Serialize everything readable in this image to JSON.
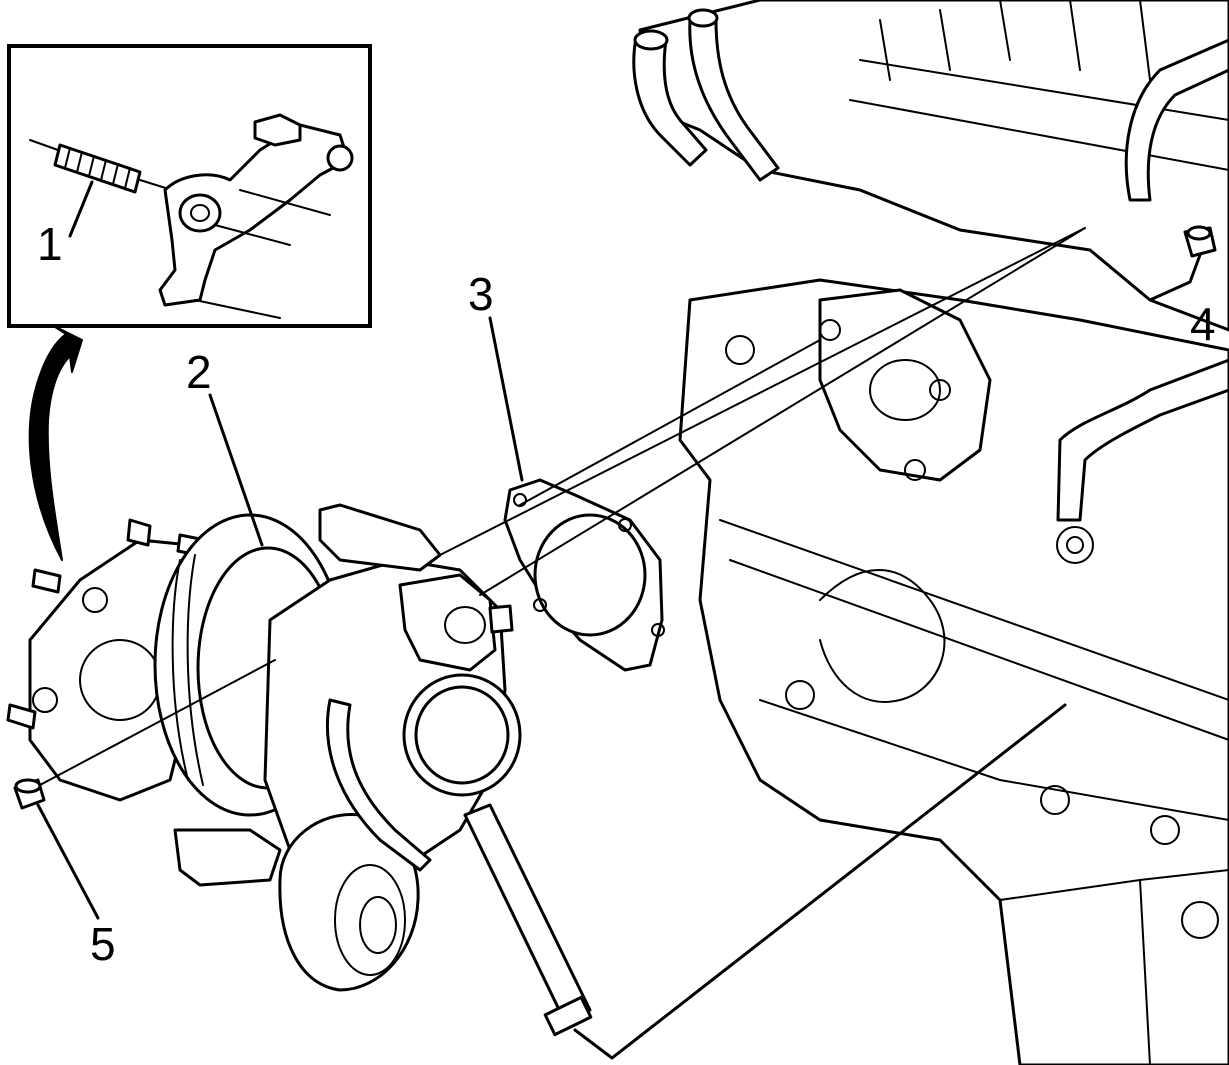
{
  "callouts": {
    "c1": "1",
    "c2": "2",
    "c3": "3",
    "c4": "4",
    "c5": "5"
  },
  "icons": {
    "rotation_arrow": "curved-rotate-arrow-icon"
  },
  "colors": {
    "ink": "#000000",
    "paper": "#ffffff"
  }
}
